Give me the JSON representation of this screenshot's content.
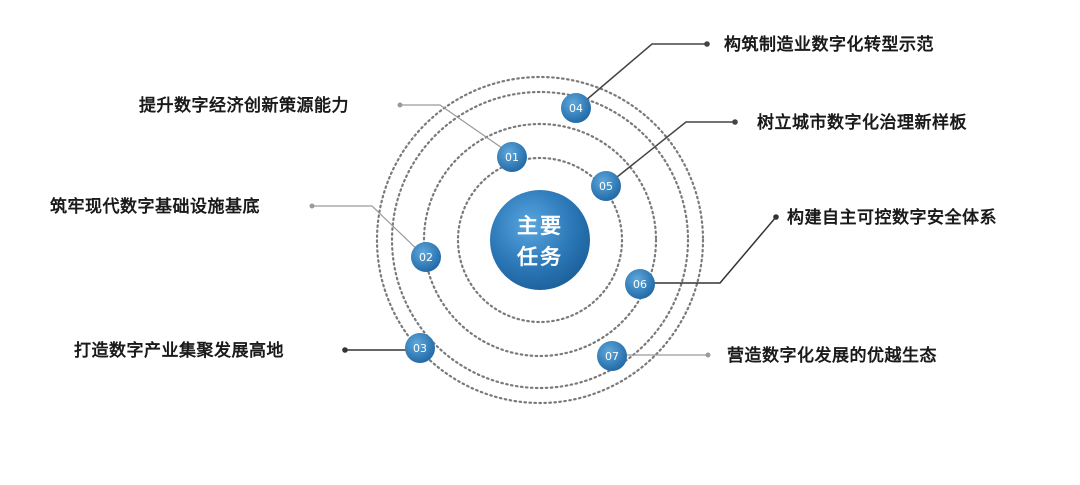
{
  "center": {
    "line1": "主要",
    "line2": "任务"
  },
  "colors": {
    "node": "#2f78b6",
    "center": "#2c78b8",
    "ring": "#7a7a7a",
    "connector": "#555555"
  },
  "tasks": [
    {
      "num": "01",
      "label": "提升数字经济创新策源能力"
    },
    {
      "num": "02",
      "label": "筑牢现代数字基础设施基底"
    },
    {
      "num": "03",
      "label": "打造数字产业集聚发展高地"
    },
    {
      "num": "04",
      "label": "构筑制造业数字化转型示范"
    },
    {
      "num": "05",
      "label": "树立城市数字化治理新样板"
    },
    {
      "num": "06",
      "label": "构建自主可控数字安全体系"
    },
    {
      "num": "07",
      "label": "营造数字化发展的优越生态"
    }
  ]
}
